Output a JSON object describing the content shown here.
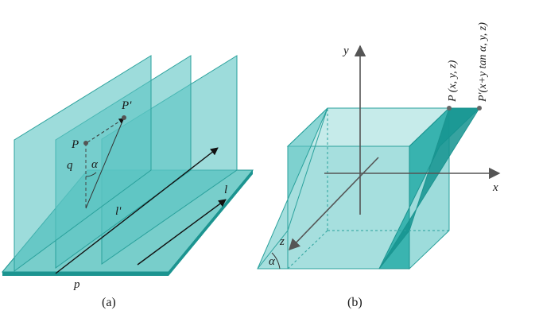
{
  "panel_a": {
    "caption": "(a)",
    "labels": {
      "P": "P",
      "P_prime": "P'",
      "q": "q",
      "alpha": "α",
      "l_prime": "l'",
      "l": "l",
      "p": "p"
    }
  },
  "panel_b": {
    "caption": "(b)",
    "labels": {
      "x": "x",
      "y": "y",
      "z": "z",
      "alpha": "α",
      "P": "P (x, y, z)",
      "P_prime": "P'(x+y tan α, y, z)"
    }
  },
  "colors": {
    "plane_fill": "#5cc5c3",
    "plane_edge": "#2aa19c",
    "base_fill": "#4bbdb9",
    "base_edge": "#1c9490",
    "axis": "#555555",
    "line": "#111111"
  }
}
